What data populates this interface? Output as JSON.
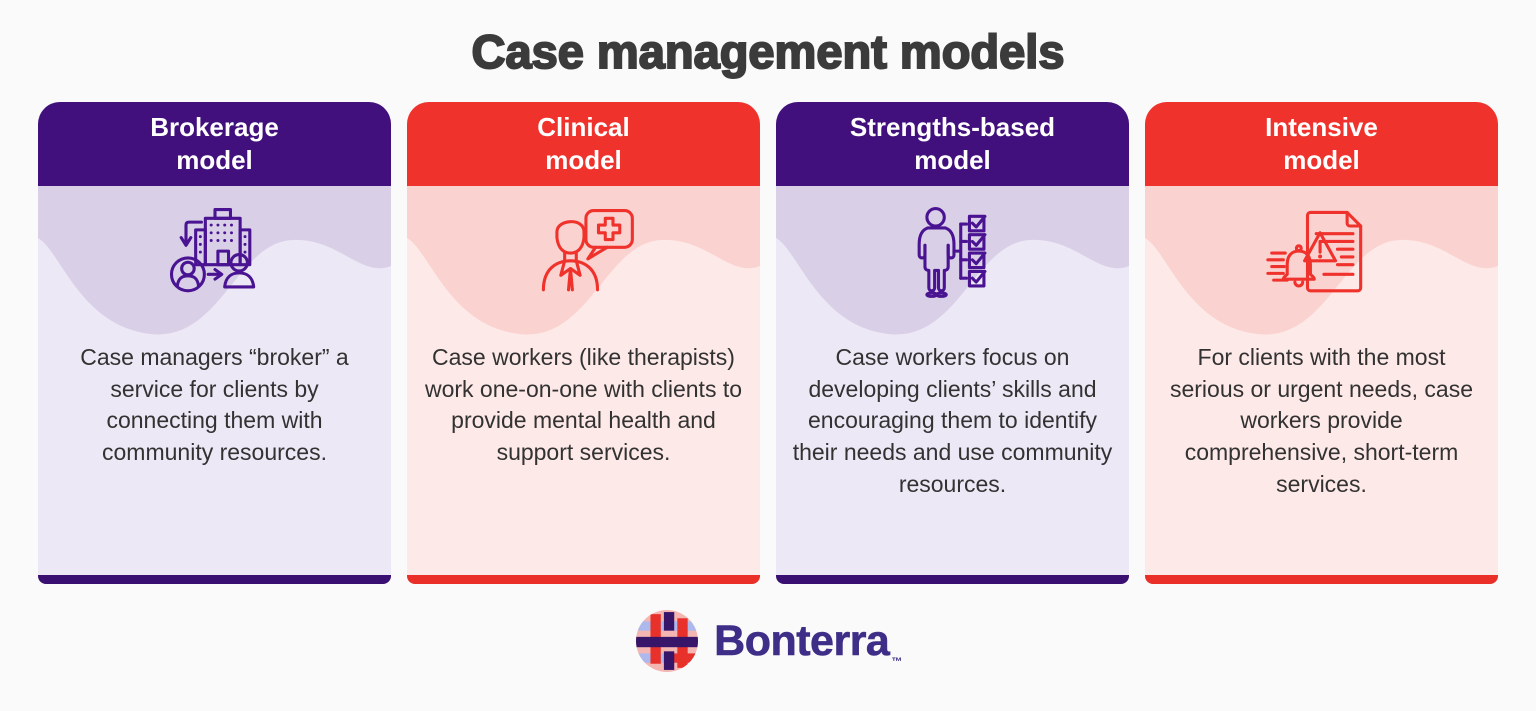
{
  "title": "Case management models",
  "cards": [
    {
      "title_line1": "Brokerage",
      "title_line2": "model",
      "theme": "purple",
      "icon": "organization-referral-icon",
      "description": "Case managers “broker” a service for clients by connecting them with community resources."
    },
    {
      "title_line1": "Clinical",
      "title_line2": "model",
      "theme": "red",
      "icon": "therapist-health-chat-icon",
      "description": "Case workers (like therapists) work one-on-one with clients to provide mental health and support services."
    },
    {
      "title_line1": "Strengths-based",
      "title_line2": "model",
      "theme": "purple",
      "icon": "person-checklist-icon",
      "description": "Case workers focus on developing clients’ skills and encouraging them to identify their needs and use community resources."
    },
    {
      "title_line1": "Intensive",
      "title_line2": "model",
      "theme": "red",
      "icon": "urgent-document-alert-icon",
      "description": "For clients with the most serious or urgent needs, case workers provide comprehensive, short-term services."
    }
  ],
  "footer": {
    "brand": "Bonterra",
    "trademark": "™"
  },
  "colors": {
    "purple_header": "#42107D",
    "red_header": "#F0322C",
    "purple_body": "#D9D0E8",
    "purple_wave": "#ECE8F5",
    "red_body": "#FAD3D0",
    "red_wave": "#FDE9E7",
    "title_text": "#3B3B3B",
    "body_text": "#323232",
    "brand_purple": "#3F2E87"
  }
}
